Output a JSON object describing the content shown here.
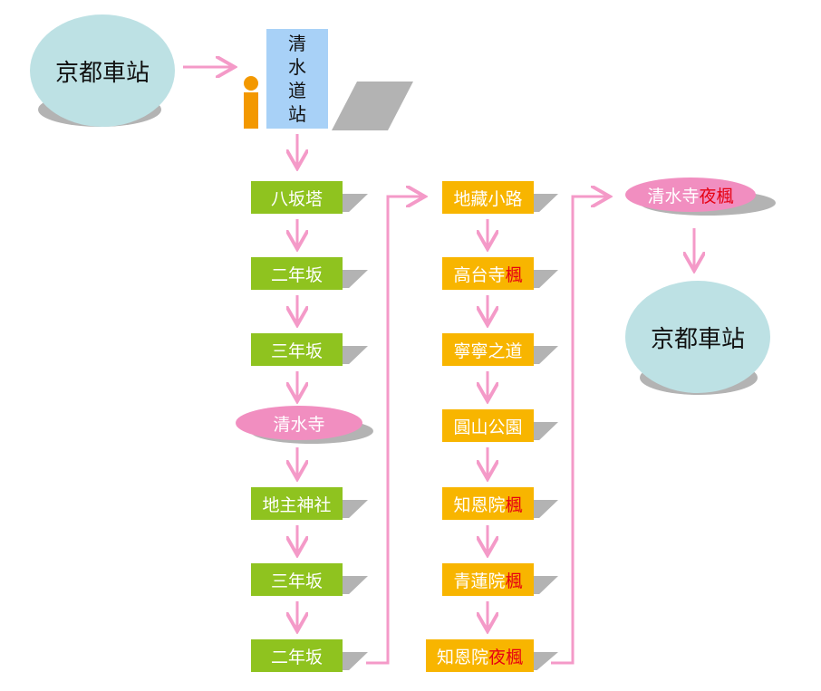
{
  "start_station": "京都車站",
  "bus_stop": [
    "清",
    "水",
    "道",
    "站"
  ],
  "info_icon": "info-person-icon",
  "column1": [
    {
      "name": "八坂塔",
      "style": "green"
    },
    {
      "name": "二年坂",
      "style": "green"
    },
    {
      "name": "三年坂",
      "style": "green"
    },
    {
      "name": "清水寺",
      "style": "pink-ellipse"
    },
    {
      "name": "地主神社",
      "style": "green"
    },
    {
      "name": "三年坂",
      "style": "green"
    },
    {
      "name": "二年坂",
      "style": "green"
    }
  ],
  "column2": [
    {
      "name": "地藏小路",
      "tag": ""
    },
    {
      "name": "高台寺 ",
      "tag": "楓"
    },
    {
      "name": "寧寧之道",
      "tag": ""
    },
    {
      "name": "圓山公園",
      "tag": ""
    },
    {
      "name": "知恩院 ",
      "tag": "楓"
    },
    {
      "name": "青蓮院 ",
      "tag": "楓"
    },
    {
      "name": "知恩院 ",
      "tag": "夜楓"
    }
  ],
  "column3_top": {
    "name": "清水寺 ",
    "tag": "夜楓"
  },
  "end_station": "京都車站",
  "colors": {
    "green": "#8fc31f",
    "yellow": "#f8b500",
    "pink": "#f18ec0",
    "arrow": "#f49ac8",
    "station": "#bde1e4",
    "bus_stop": "#a8d1f7",
    "maple": "#e60012"
  }
}
